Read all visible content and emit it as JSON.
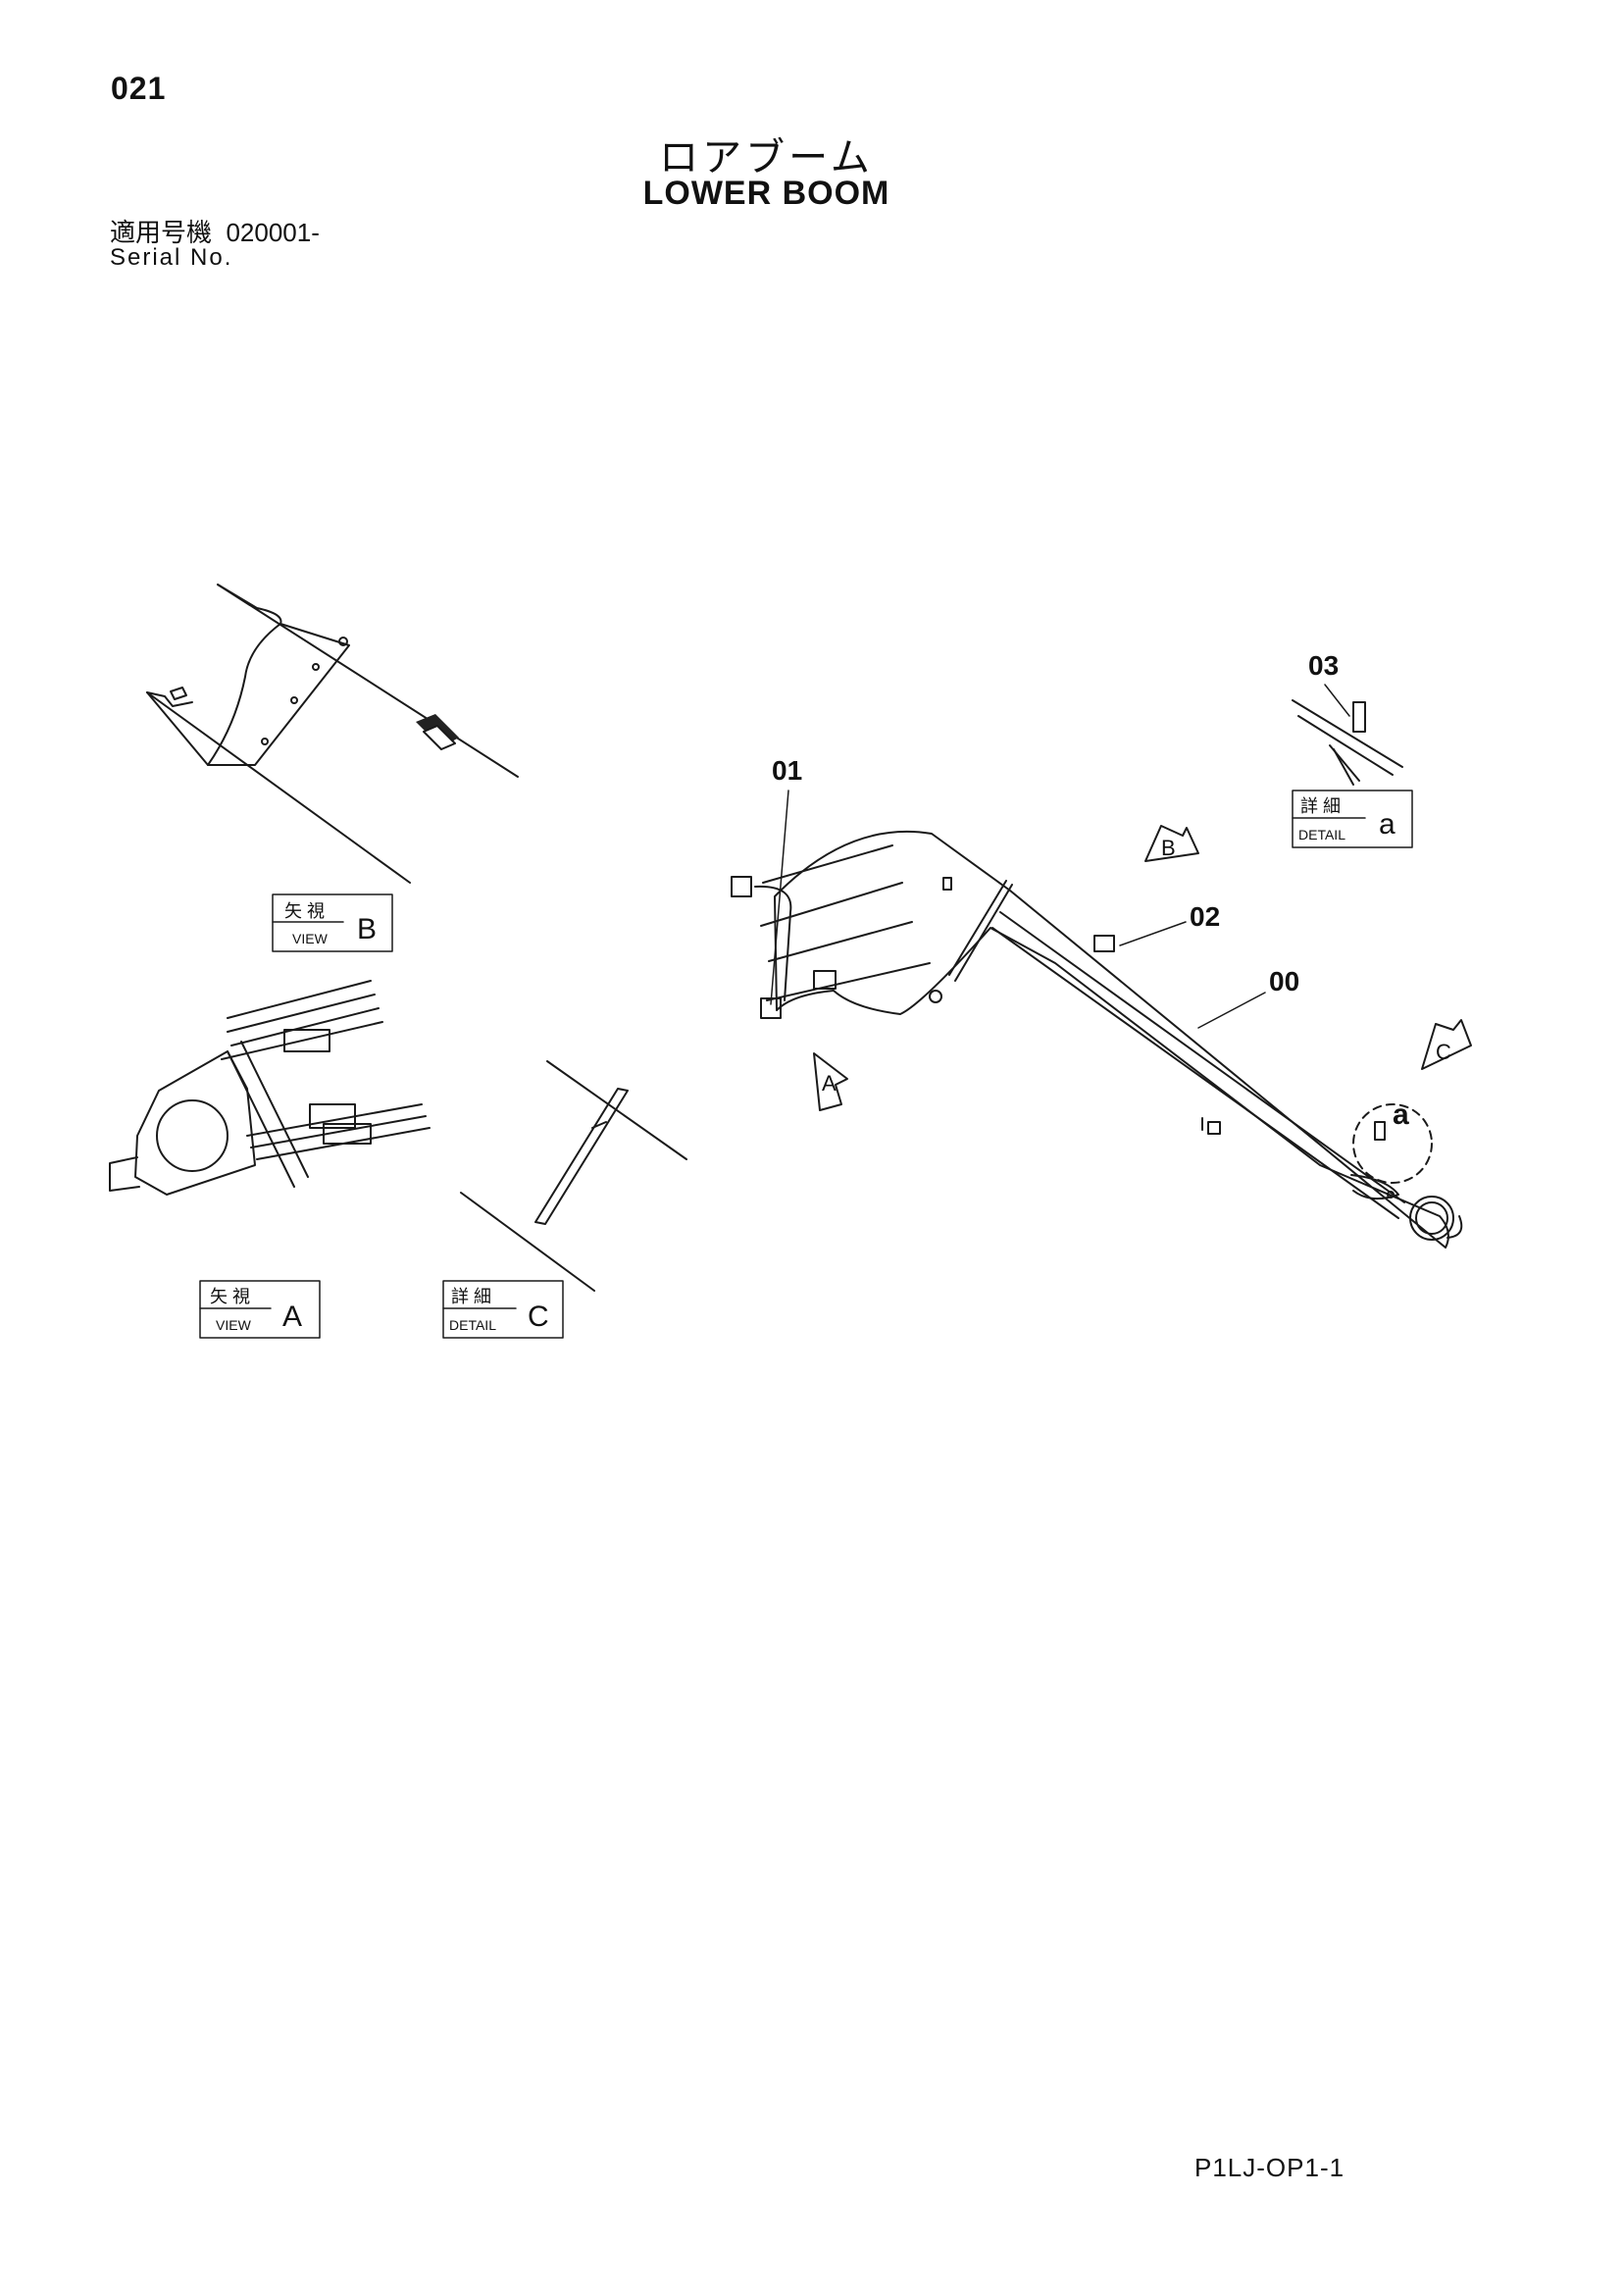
{
  "page": {
    "number": "021",
    "doc_code": "P1LJ-OP1-1"
  },
  "title": {
    "japanese": "ロアブーム",
    "english": "LOWER BOOM"
  },
  "serial": {
    "label_jp": "適用号機",
    "value": "020001-",
    "label_en": "Serial No."
  },
  "callouts": {
    "c00": "00",
    "c01": "01",
    "c02": "02",
    "c03": "03",
    "detail_a_marker": "a"
  },
  "view_arrows": {
    "A": "A",
    "B": "B",
    "C": "C"
  },
  "tags": {
    "view_b": {
      "jp": "矢 視",
      "en": "VIEW",
      "letter": "B"
    },
    "view_a": {
      "jp": "矢 視",
      "en": "VIEW",
      "letter": "A"
    },
    "detail_c": {
      "jp": "詳 細",
      "en": "DETAIL",
      "letter": "C"
    },
    "detail_a": {
      "jp": "詳 細",
      "en": "DETAIL",
      "letter": "a"
    }
  }
}
